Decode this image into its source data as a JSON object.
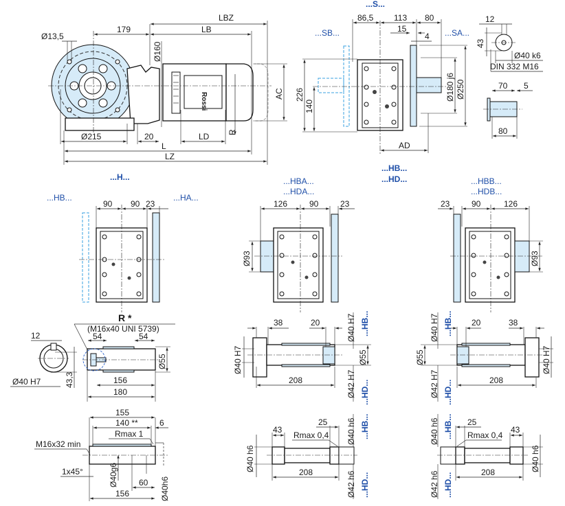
{
  "colors": {
    "accent_fill": "#d6ebf8",
    "label_blue": "#1f4fa8",
    "line": "#111111"
  },
  "motor_view": {
    "lbz": "LBZ",
    "lb": "LB",
    "d179": "179",
    "hole": "Ø13,5",
    "d160": "Ø160",
    "d215": "Ø215",
    "d20": "20",
    "ld": "LD",
    "r": "R",
    "ac": "AC",
    "l": "L",
    "lz": "LZ",
    "brand": "Rossi"
  },
  "s_view": {
    "title": "...S...",
    "sb": "...SB...",
    "sa": "...SA...",
    "d86": "86,5",
    "d113": "113",
    "d80": "80",
    "d15": "15",
    "d4": "4",
    "d180": "Ø180 j6",
    "d250": "Ø250",
    "d226": "226",
    "d140": "140",
    "ad": "AD"
  },
  "shaft_end": {
    "d12": "12",
    "d43": "43",
    "d40k6": "Ø40 k6",
    "din": "DIN 332 M16",
    "d70": "70",
    "d5": "5",
    "d80": "80"
  },
  "h_view": {
    "title": "...H...",
    "hb": "...HB...",
    "ha": "...HA...",
    "d90a": "90",
    "d90b": "90",
    "d23": "23"
  },
  "hba_view": {
    "title1": "...HBA...",
    "title2": "...HDA...",
    "d126": "126",
    "d90": "90",
    "d23": "23",
    "d93": "Ø93"
  },
  "hb_center": {
    "title1": "...HB...",
    "title2": "...HD..."
  },
  "hbb_view": {
    "title1": "...HBB...",
    "title2": "...HDB...",
    "d23": "23",
    "d90": "90",
    "d126": "126",
    "d93": "Ø93"
  },
  "hollow_shaft": {
    "r": "R *",
    "r_spec": "(M16x40 UNI 5739)",
    "d12": "12",
    "d40h7": "Ø40 H7",
    "d433": "43,3",
    "d54a": "54",
    "d54b": "54",
    "d55": "Ø55",
    "d156": "156",
    "d180": "180"
  },
  "customer_shaft": {
    "d155": "155",
    "d140": "140 **",
    "d6": "6",
    "rmax": "Rmax 1",
    "m16": "M16x32 min",
    "chamfer": "1x45°",
    "d40g6": "Ø40g6",
    "d60": "60",
    "d40h6": "Ø40h6",
    "d156": "156"
  },
  "hb_shaft_a": {
    "d38": "38",
    "d20": "20",
    "d40h7_l": "Ø40 H7",
    "d40h7": "Ø40 H7",
    "d55": "Ø55",
    "d42h7": "Ø42 H7",
    "hb": "...HB...",
    "hd": "...HD...",
    "d208": "208"
  },
  "hb_shaft_b": {
    "d38": "38",
    "d20": "20",
    "d40h7_r": "Ø40 H7",
    "d40h7": "Ø40 H7",
    "d55": "Ø55",
    "d42h7": "Ø42 H7",
    "hb": "...HB...",
    "hd": "...HD...",
    "d208": "208"
  },
  "solid_shaft_a": {
    "d43": "43",
    "d25": "25",
    "rmax": "Rmax 0,4",
    "d40h6_l": "Ø40 h6",
    "d40h6": "Ø40 h6",
    "d42h6": "Ø42 h6",
    "hb": "...HB...",
    "hd": "...HD...",
    "d208": "208"
  },
  "solid_shaft_b": {
    "d43": "43",
    "d25": "25",
    "rmax": "Rmax 0,4",
    "d40h6_r": "Ø40 h6",
    "d40h6": "Ø40 h6",
    "d42h6": "Ø42 h6",
    "hb": "...HB...",
    "hd": "...HD...",
    "d208": "208"
  }
}
